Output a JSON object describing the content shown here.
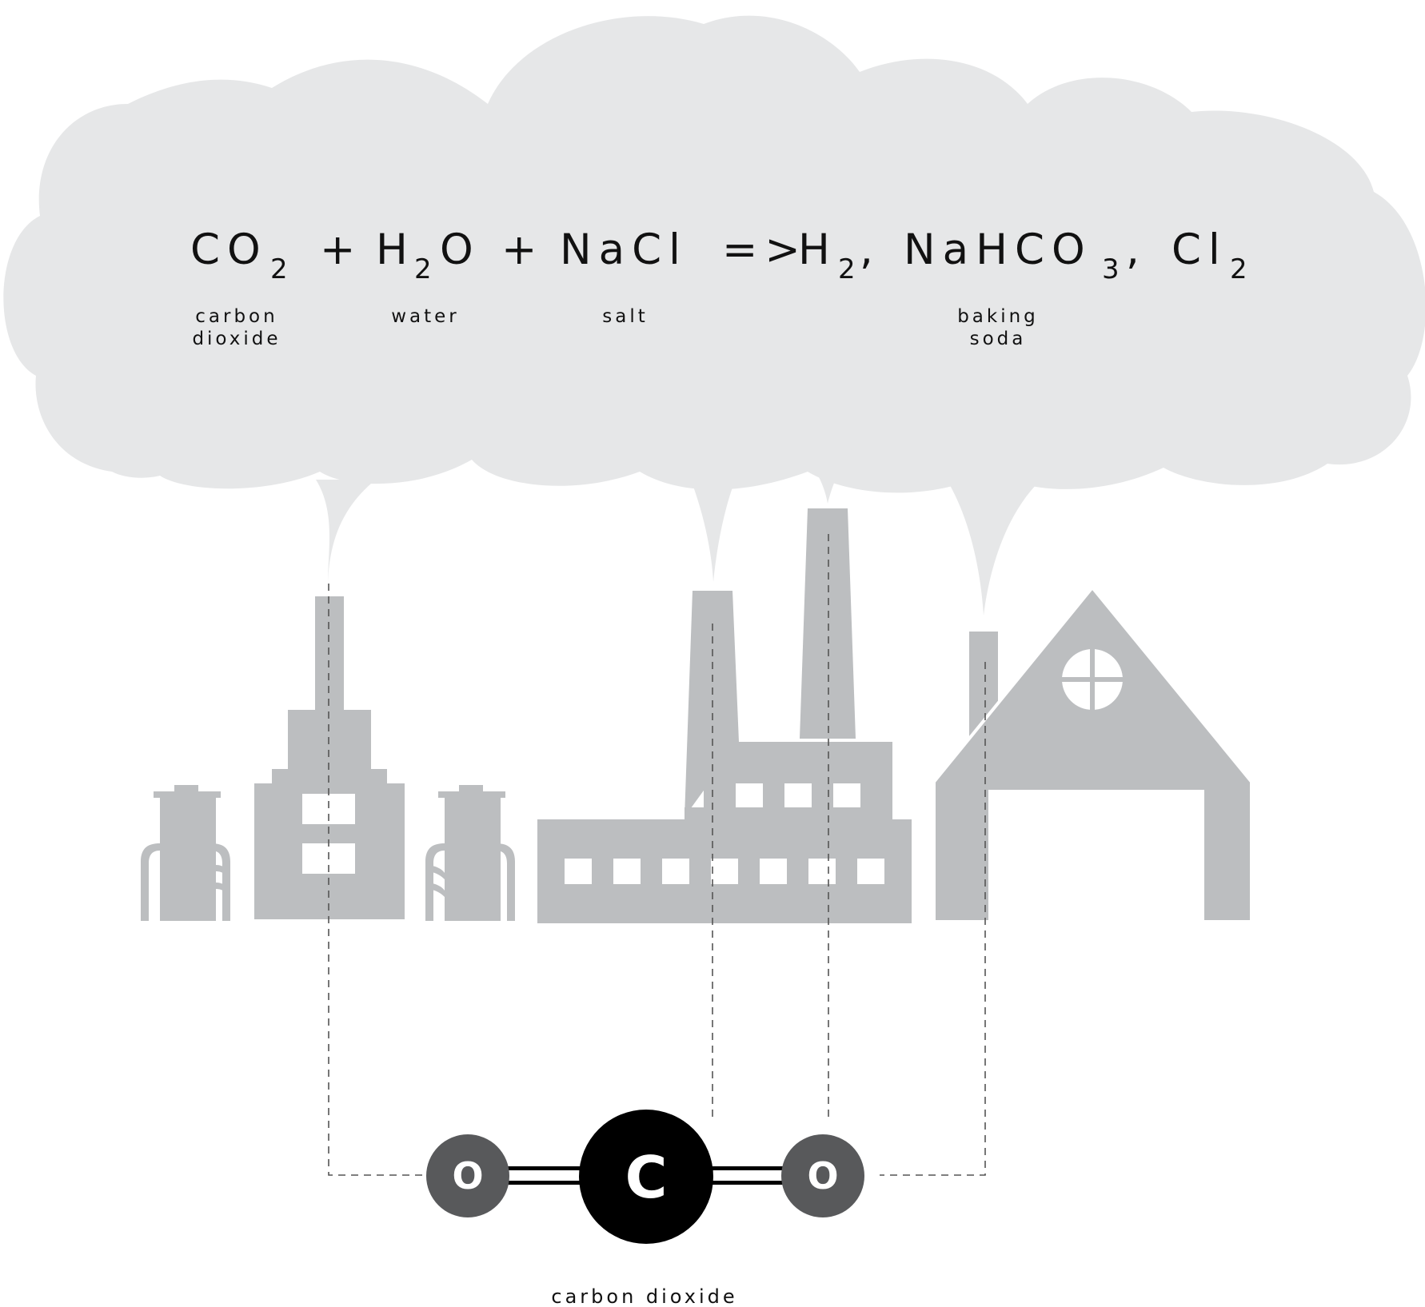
{
  "equation": {
    "co": "CO",
    "co_sub": "2",
    "plus1": "+",
    "h": "H",
    "h_sub": "2",
    "o": "O",
    "plus2": "+",
    "nacl": "NaCl",
    "arrow": "=>",
    "h2": "H",
    "h2_sub": "2",
    "comma1": ",",
    "nahco": "NaHCO",
    "nahco_sub": "3",
    "comma2": ",",
    "cl": "Cl",
    "cl_sub": "2"
  },
  "labels": {
    "carbon_dioxide_line1": "carbon",
    "carbon_dioxide_line2": "dioxide",
    "water": "water",
    "salt": "salt",
    "baking_soda_line1": "baking",
    "baking_soda_line2": "soda"
  },
  "molecule": {
    "center_atom": "C",
    "left_atom": "O",
    "right_atom": "O",
    "caption": "carbon dioxide"
  },
  "colors": {
    "cloud": "#e6e7e8",
    "buildings": "#bcbec0",
    "carbon_atom": "#000000",
    "oxygen_atom": "#58595b",
    "text": "#111111"
  }
}
